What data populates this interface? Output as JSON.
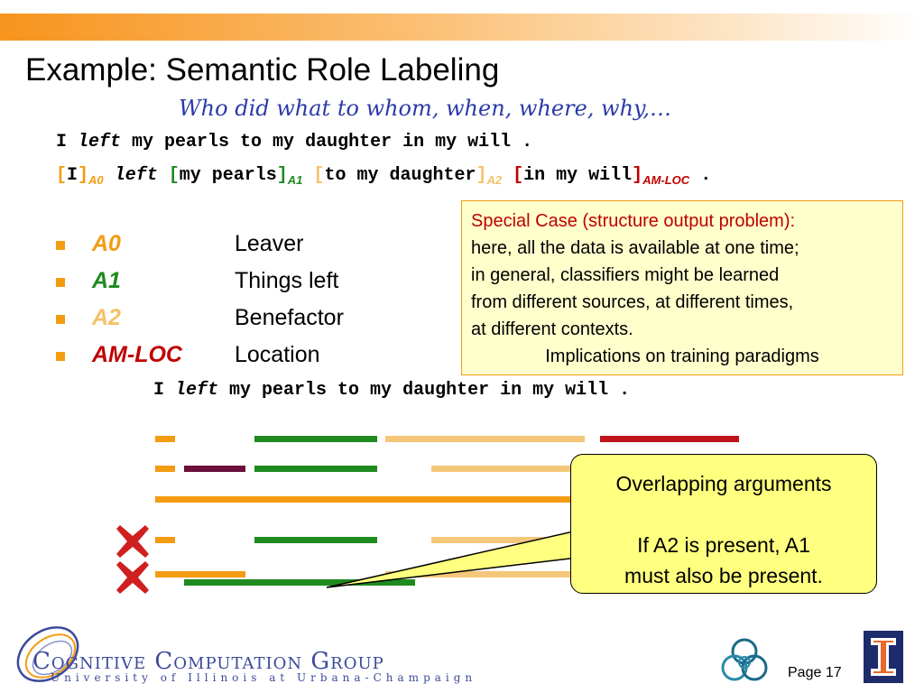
{
  "slide": {
    "title": "Example: Semantic Role Labeling",
    "subtitle": "Who did what to whom, when, where, why,…",
    "page_label": "Page 17"
  },
  "sentence": {
    "plain": {
      "w1": "I ",
      "w2": "left",
      "w3": " my pearls to my daughter in my will ."
    },
    "labeled": {
      "a0_text": "I",
      "a0_label": "A0",
      "verb": "left",
      "a1_text": "my pearls",
      "a1_label": "A1",
      "a2_text": "to my daughter",
      "a2_label": "A2",
      "loc_text": "in my will",
      "loc_label": "AM-LOC",
      "period": "."
    }
  },
  "roles": [
    {
      "name": "A0",
      "desc": "Leaver",
      "color": "#f39c12"
    },
    {
      "name": "A1",
      "desc": "Things left",
      "color": "#1f8a1f"
    },
    {
      "name": "A2",
      "desc": "Benefactor",
      "color": "#f5c06a"
    },
    {
      "name": "AM-LOC",
      "desc": "Location",
      "color": "#c00000"
    }
  ],
  "special_case": {
    "line1": "Special Case (structure output problem):",
    "line2": "here, all the data is available at one time;",
    "line3": "in general, classifiers might be learned",
    "line4": "from different sources, at different times,",
    "line5": "at different contexts.",
    "line6": "Implications on training paradigms"
  },
  "callout": {
    "line1": "Overlapping arguments",
    "line2": "If A2 is present, A1",
    "line3": "must also be present."
  },
  "logo": {
    "title": "Cognitive Computation Group",
    "subtitle": "University of Illinois at Urbana-Champaign"
  },
  "colors": {
    "accent": "#f39c12",
    "a1": "#1f8a1f",
    "a2": "#f5c77a",
    "loc": "#c0141a",
    "callout_bg": "#ffff80",
    "note_bg": "#ffffcc",
    "subtitle": "#2b3aa8"
  }
}
